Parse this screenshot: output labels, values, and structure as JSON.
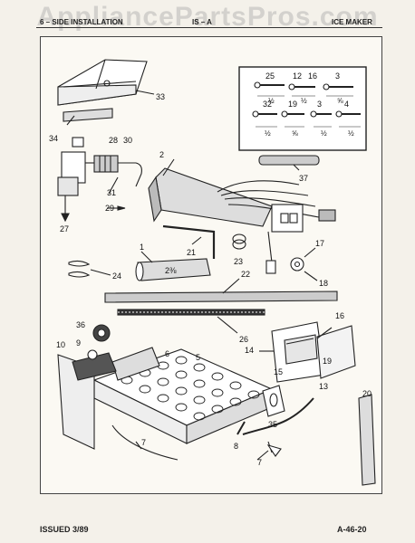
{
  "watermark": "AppliancePartsPros.com",
  "header": {
    "left": "6 – SIDE INSTALLATION",
    "middle": "IS – A",
    "right": "ICE MAKER"
  },
  "footer": {
    "issued": "ISSUED 3/89",
    "code": "A-46-20"
  },
  "callouts": [
    "25",
    "12",
    "16",
    "3",
    "32",
    "19",
    "3",
    "4",
    "33",
    "34",
    "28",
    "30",
    "2",
    "37",
    "31",
    "29",
    "27",
    "1",
    "21",
    "23",
    "17",
    "24",
    "18",
    "22",
    "26",
    "16",
    "36",
    "14",
    "9",
    "10",
    "6",
    "5",
    "15",
    "19",
    "13",
    "20",
    "35",
    "8",
    "7",
    "7"
  ],
  "hardware_fractions": {
    "screw_25": "½",
    "screw_12": "½",
    "screw_3_top": "⅝",
    "screw_32": "½",
    "screw_19": "⅝",
    "screw_3_mid": "½",
    "screw_4": "½",
    "tube_1": "2⅜"
  }
}
